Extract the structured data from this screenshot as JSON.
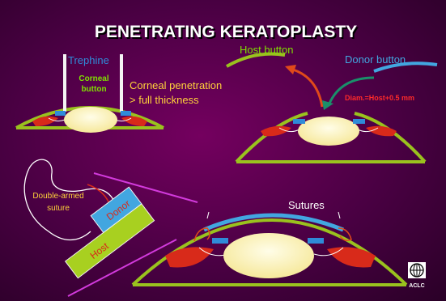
{
  "slide": {
    "title": "PENETRATING KERATOPLASTY",
    "panel_top_left": {
      "trephine_label": "Trephine",
      "corneal_button_line1": "Corneal",
      "corneal_button_line2": "button",
      "penetration_line1": "Corneal penetration",
      "penetration_line2": "> full thickness"
    },
    "panel_top_right": {
      "host_button_label": "Host button",
      "donor_button_label": "Donor button",
      "diameter_note": "Diam.=Host+0.5 mm"
    },
    "panel_bottom_left": {
      "suture_line1": "Double-armed",
      "suture_line2": "suture",
      "host_label": "Host",
      "donor_label": "Donor"
    },
    "panel_bottom_right": {
      "sutures_label": "Sutures"
    },
    "logo_text": "ACLC"
  },
  "colors": {
    "background": "#4a0043",
    "title_text": "#ffffff",
    "title_shadow": "#000000",
    "cornea_green": "#9ac21e",
    "trephine_blue": "#2f8bd8",
    "donor_cyan": "#42a6e0",
    "text_yellow": "#ffd23a",
    "text_green": "#7fe000",
    "text_red": "#ff2a2a",
    "host_arrow": "#e04a1a",
    "donor_arrow": "#1a8f6a",
    "magenta_line": "#d23adc",
    "lens_fill": "#fff7c4",
    "iris_red": "#d82a1a",
    "host_block": "#a8d020"
  }
}
